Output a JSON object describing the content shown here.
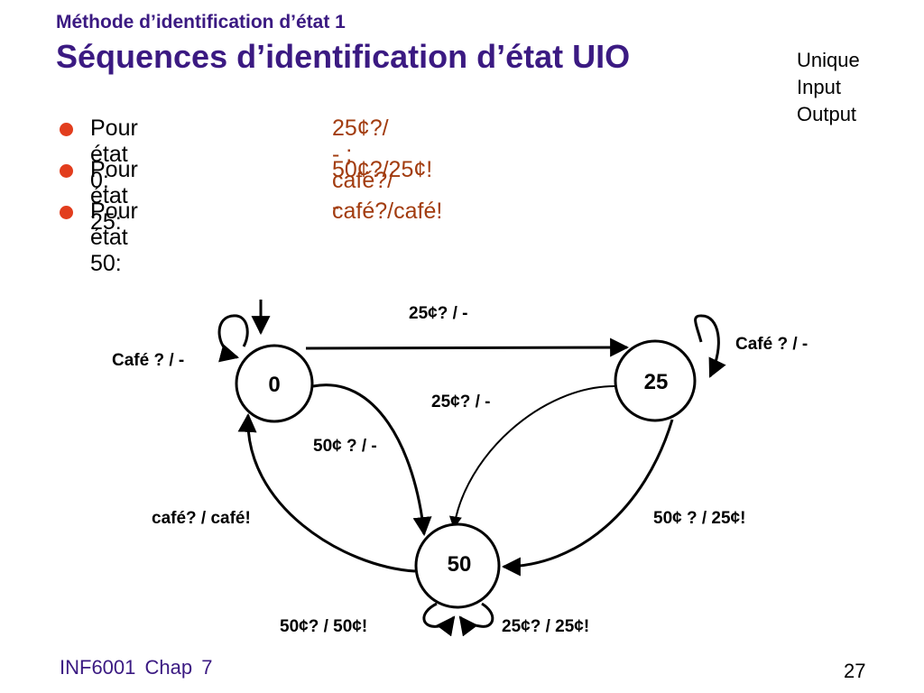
{
  "slide": {
    "subtitle": "Méthode d’identification d’état 1",
    "title": "Séquences d’identification d’état UIO",
    "note": [
      "Unique",
      "Input",
      "Output"
    ]
  },
  "bullets": [
    {
      "label": "Pour état 0:",
      "sequence": "25¢?/ - ; café?/ -"
    },
    {
      "label": "Pour état 25:",
      "sequence": "50¢?/25¢!"
    },
    {
      "label": "Pour état 50:",
      "sequence": "café?/café!"
    }
  ],
  "diagram": {
    "states": [
      {
        "id": "s0",
        "label": "0"
      },
      {
        "id": "s25",
        "label": "25"
      },
      {
        "id": "s50",
        "label": "50"
      }
    ],
    "transitions": [
      {
        "id": "t0-self",
        "label": "Café ? / -"
      },
      {
        "id": "t0-25",
        "label": "25¢? / -"
      },
      {
        "id": "t25-self",
        "label": "Café ? / -"
      },
      {
        "id": "t0-50",
        "label": "50¢ ? / -"
      },
      {
        "id": "t25-50-inner",
        "label": "25¢? / -"
      },
      {
        "id": "t50-0",
        "label": "café? / café!"
      },
      {
        "id": "t25-50-outer",
        "label": "50¢ ? / 25¢!"
      },
      {
        "id": "t50-self-a",
        "label": "50¢? / 50¢!"
      },
      {
        "id": "t50-self-b",
        "label": "25¢? / 25¢!"
      }
    ]
  },
  "footer": {
    "course": "INF6001  Chap 7",
    "page": "27"
  }
}
